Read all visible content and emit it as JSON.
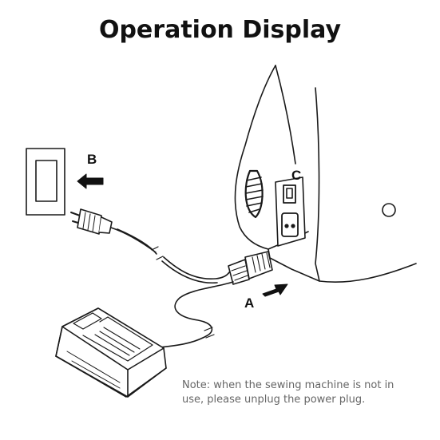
{
  "title": "Operation Display",
  "labels": {
    "a": "A",
    "b": "B",
    "c": "C"
  },
  "note": {
    "line1": "Note: when the sewing machine is not in",
    "line2": "use, please unplug the power plug."
  },
  "colors": {
    "line": "#1a1a1a",
    "note_text": "#666666"
  }
}
